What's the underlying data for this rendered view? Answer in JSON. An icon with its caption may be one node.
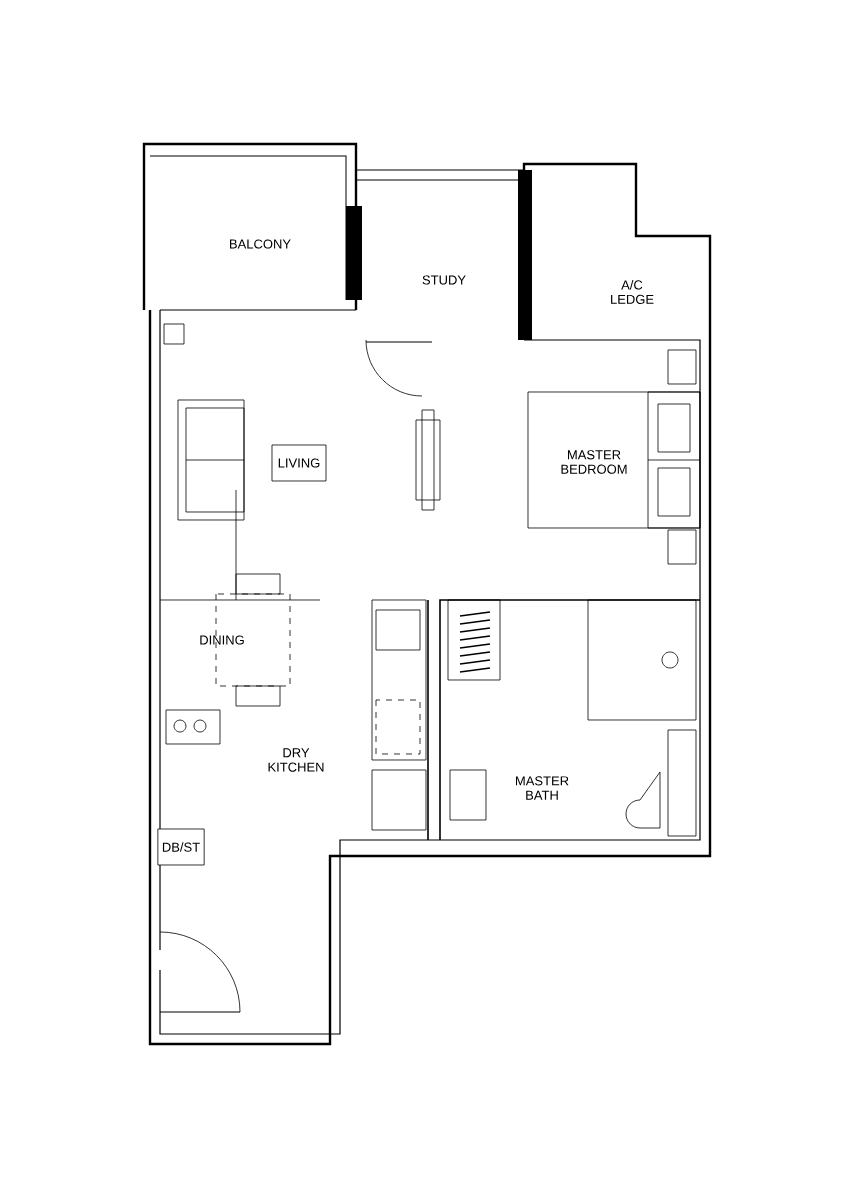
{
  "diagram": {
    "nodes": [
      {
        "text": [
          "LIVING"
        ]
      },
      {
        "text": [
          "DB/ST"
        ]
      }
    ],
    "labels": [
      "BALCONY",
      "STUDY",
      "A/C LEDGE",
      "MASTER BEDROOM",
      "DINING",
      "DRY KITCHEN",
      "MASTER BATH"
    ]
  }
}
